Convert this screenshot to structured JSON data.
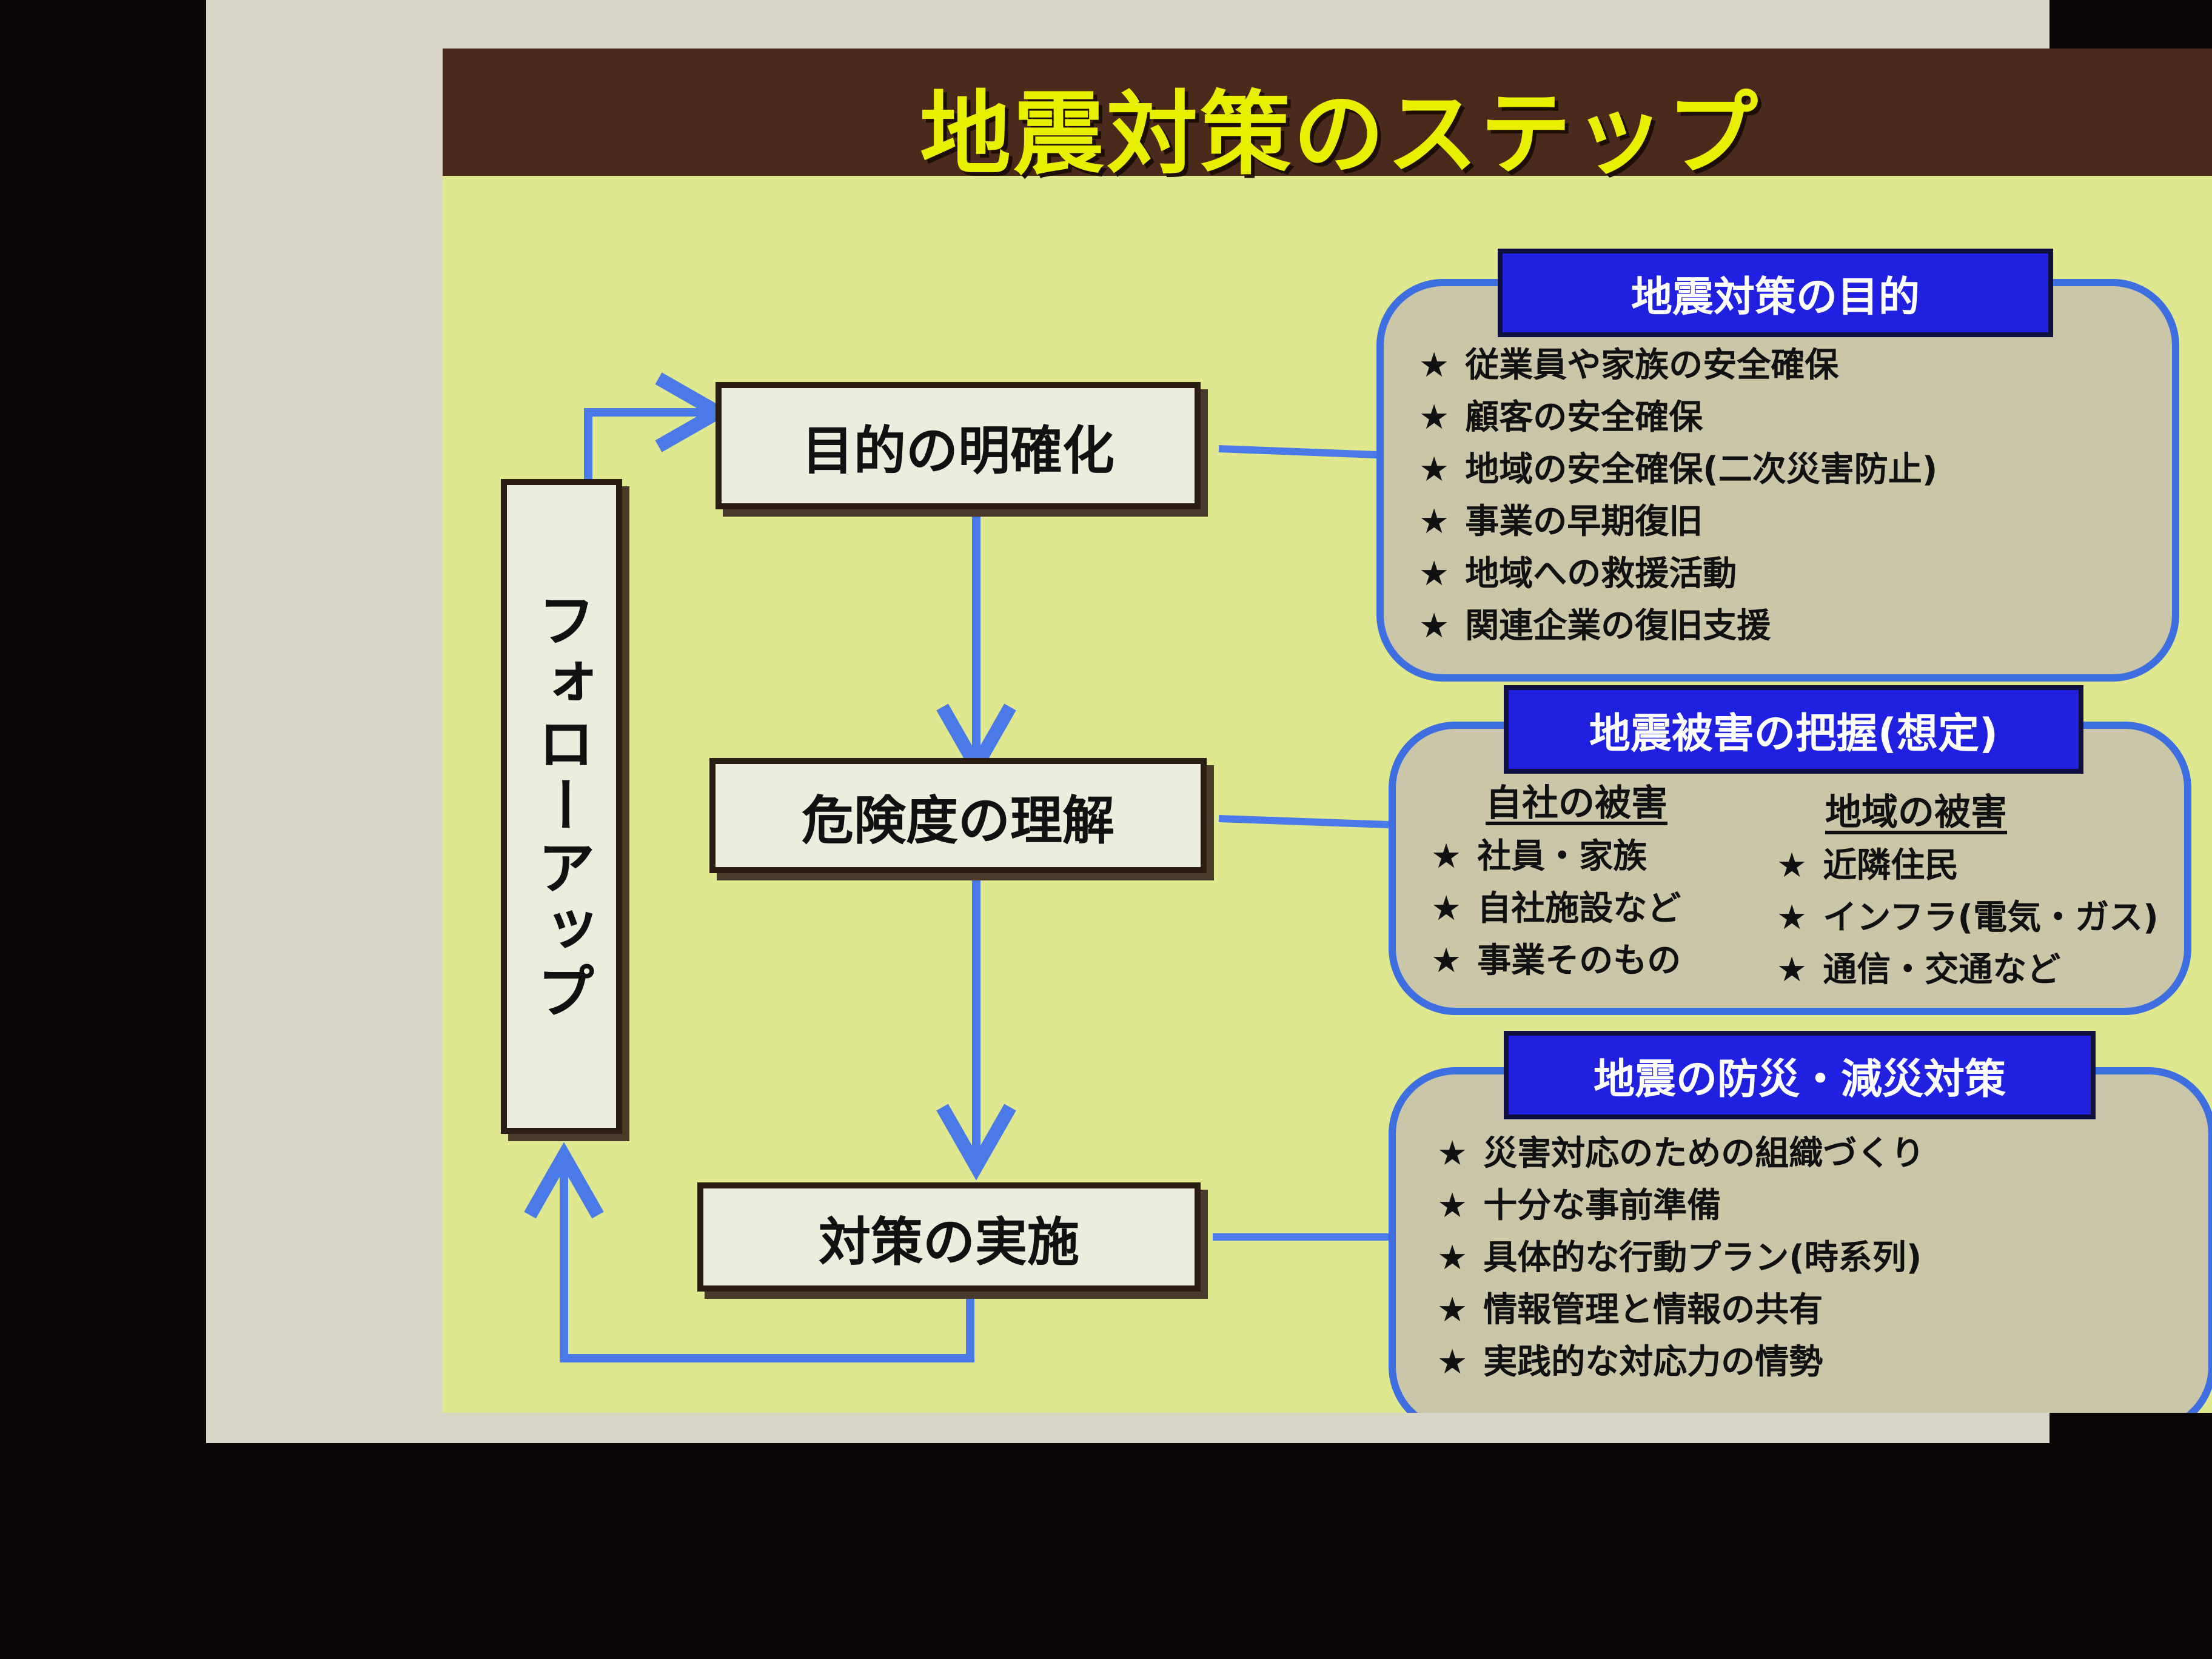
{
  "title": "地震対策のステップ",
  "flow": {
    "steps": [
      {
        "label": "目的の明確化"
      },
      {
        "label": "危険度の理解"
      },
      {
        "label": "対策の実施"
      }
    ],
    "followup": "フォローアップ"
  },
  "panels": {
    "purpose": {
      "header": "地震対策の目的",
      "items": [
        "従業員や家族の安全確保",
        "顧客の安全確保",
        "地域の安全確保(二次災害防止)",
        "事業の早期復旧",
        "地域への救援活動",
        "関連企業の復旧支援"
      ]
    },
    "damage": {
      "header": "地震被害の把握(想定)",
      "own": {
        "title": "自社の被害",
        "items": [
          "社員・家族",
          "自社施設など",
          "事業そのもの"
        ]
      },
      "region": {
        "title": "地域の被害",
        "items": [
          "近隣住民",
          "インフラ(電気・ガス)",
          "通信・交通など"
        ]
      }
    },
    "measures": {
      "header": "地震の防災・減災対策",
      "items": [
        "災害対応のための組織づくり",
        "十分な事前準備",
        "具体的な行動プラン(時系列)",
        "情報管理と情報の共有",
        "実践的な対応力の情勢"
      ]
    }
  },
  "star": "★",
  "colors": {
    "slide_bg": "#dfe88f",
    "title_bar": "#4a2a1a",
    "title_text": "#e8f000",
    "panel_border": "#3e6fe0",
    "panel_bg": "#ccc6a8",
    "header_bg": "#2020e0",
    "connector": "#4a7ae8"
  }
}
